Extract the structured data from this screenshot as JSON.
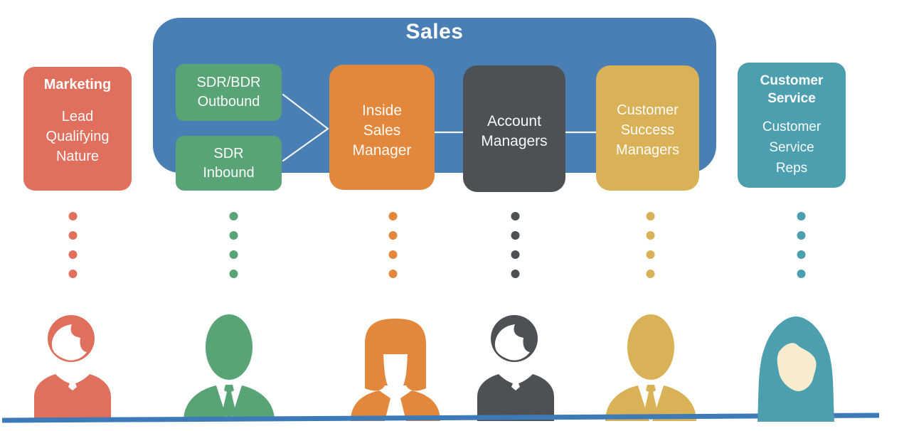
{
  "colors": {
    "sales_blue": "#4A7FB5",
    "marketing_red": "#E0705D",
    "sdr_green": "#58A476",
    "inside_sales_orange": "#E2873B",
    "account_gray": "#4D5156",
    "customer_success_gold": "#D9B157",
    "customer_service_teal": "#4C9FAF",
    "baseline_blue": "#3D7AB8",
    "face_cream": "#F7ECCD",
    "text_white": "#FFFFFF",
    "connector_white": "#FFFFFF"
  },
  "sales_group": {
    "title": "Sales"
  },
  "boxes": {
    "marketing": {
      "title": "Marketing",
      "body": "Lead\nQualifying\nNature"
    },
    "sdr_outbound": {
      "label": "SDR/BDR\nOutbound"
    },
    "sdr_inbound": {
      "label": "SDR\nInbound"
    },
    "inside_sales_manager": {
      "label": "Inside\nSales\nManager"
    },
    "account_managers": {
      "label": "Account\nManagers"
    },
    "customer_success_managers": {
      "label": "Customer\nSuccess\nManagers"
    },
    "customer_service": {
      "title": "Customer\nService",
      "body": "Customer\nService\nReps"
    }
  },
  "dotted_connectors": [
    {
      "column": "marketing",
      "dots": 4,
      "color": "#E0705D"
    },
    {
      "column": "sdr",
      "dots": 4,
      "color": "#58A476"
    },
    {
      "column": "inside-sales-manager",
      "dots": 4,
      "color": "#E2873B"
    },
    {
      "column": "account-managers",
      "dots": 4,
      "color": "#4D5156"
    },
    {
      "column": "customer-success-managers",
      "dots": 4,
      "color": "#D9B157"
    },
    {
      "column": "customer-service",
      "dots": 4,
      "color": "#4C9FAF"
    }
  ],
  "avatars": [
    {
      "column": "marketing",
      "icon": "woman-short-hair-avatar",
      "color": "#E0705D"
    },
    {
      "column": "sdr",
      "icon": "man-suit-tie-avatar",
      "color": "#58A476"
    },
    {
      "column": "inside-sales-manager",
      "icon": "woman-bob-hair-avatar",
      "color": "#E2873B"
    },
    {
      "column": "account-managers",
      "icon": "woman-short-hair-avatar",
      "color": "#4D5156"
    },
    {
      "column": "customer-success-managers",
      "icon": "man-suit-tie-avatar",
      "color": "#D9B157"
    },
    {
      "column": "customer-service",
      "icon": "woman-headscarf-avatar",
      "color": "#4C9FAF",
      "face_color": "#F7ECCD"
    }
  ]
}
